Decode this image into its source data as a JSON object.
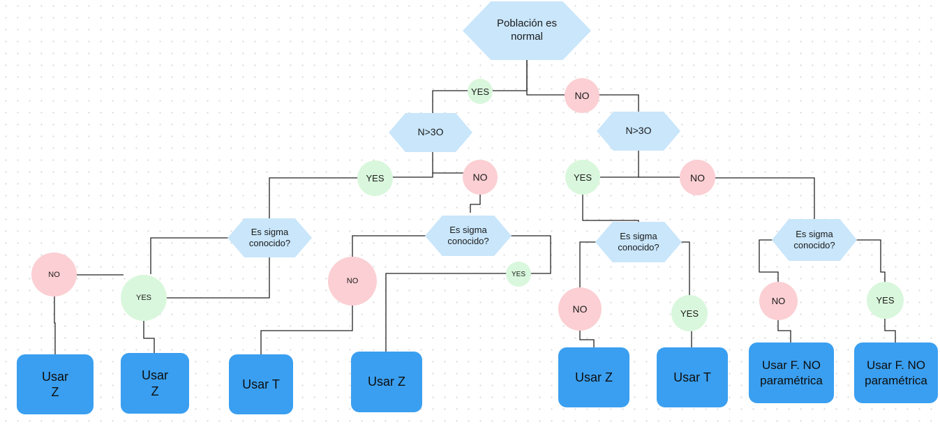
{
  "colors": {
    "decision_fill": "#c9e6fb",
    "yes_fill": "#d9f7dc",
    "no_fill": "#fbcfd3",
    "result_fill": "#3a9ff0",
    "connector": "#222222"
  },
  "decisions": {
    "root": "Población es normal",
    "n_left": "N>3O",
    "n_right": "N>3O",
    "sigma_1": "Es sigma conocido?",
    "sigma_2": "Es sigma conocido?",
    "sigma_3": "Es sigma conocido?",
    "sigma_4": "Es sigma conocido?"
  },
  "answers": {
    "root_yes": "YES",
    "root_no": "NO",
    "nl_yes": "YES",
    "nl_no": "NO",
    "nr_yes": "YES",
    "nr_no": "NO",
    "s1_no": "NO",
    "s1_yes": "YES",
    "s2_no": "NO",
    "s2_yes": "YES",
    "s3_no": "NO",
    "s3_yes": "YES",
    "s4_no": "NO",
    "s4_yes": "YES"
  },
  "results": {
    "r1": "Usar\nZ",
    "r2": "Usar\nZ",
    "r3": "Usar T",
    "r4": "Usar Z",
    "r5": "Usar Z",
    "r6": "Usar T",
    "r7": "Usar F. NO paramétrica",
    "r8": "Usar F. NO paramétrica"
  }
}
